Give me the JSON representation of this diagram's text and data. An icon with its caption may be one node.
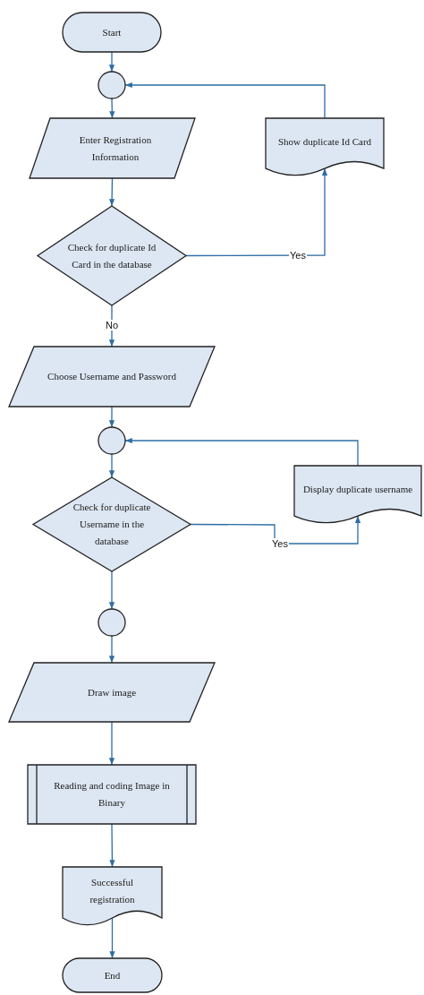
{
  "diagram": {
    "nodes": [
      {
        "text": [
          "Start"
        ]
      },
      {
        "text": [],
        "shape": "circle"
      },
      {
        "text": [
          "Enter Registration Information"
        ]
      },
      {
        "text": [
          "Check for duplicate Id Card in the database"
        ]
      },
      {
        "text": [
          "Show duplicate Id Card"
        ]
      },
      {
        "text": [
          "Choose Username and Password"
        ]
      },
      {
        "text": [],
        "shape": "circle"
      },
      {
        "text": [
          "Check for duplicate Username in the database"
        ]
      },
      {
        "text": [
          "Display duplicate username"
        ]
      },
      {
        "text": [],
        "shape": "circle"
      },
      {
        "text": [
          "Draw image"
        ]
      },
      {
        "text": [
          "Reading and coding Image in Binary"
        ]
      },
      {
        "text": [
          "Successful registration"
        ]
      },
      {
        "text": [
          "End"
        ]
      }
    ],
    "edges": [
      {
        "from": 0,
        "to": 1,
        "arrow": "to"
      },
      {
        "from": 1,
        "to": 2,
        "arrow": "to"
      },
      {
        "from": 2,
        "to": 3,
        "arrow": "to"
      },
      {
        "from": 3,
        "to": 4,
        "arrow": "to",
        "label": "Yes"
      },
      {
        "from": 4,
        "to": 1,
        "arrow": "to"
      },
      {
        "from": 3,
        "to": 5,
        "arrow": "to",
        "label": "No"
      },
      {
        "from": 5,
        "to": 6,
        "arrow": "to"
      },
      {
        "from": 6,
        "to": 7,
        "arrow": "to"
      },
      {
        "from": 7,
        "to": 8,
        "arrow": "to",
        "label": "Yes"
      },
      {
        "from": 8,
        "to": 6,
        "arrow": "to"
      },
      {
        "from": 7,
        "to": 9,
        "arrow": "to"
      },
      {
        "from": 9,
        "to": 10,
        "arrow": "to"
      },
      {
        "from": 10,
        "to": 11,
        "arrow": "to"
      },
      {
        "from": 11,
        "to": 12,
        "arrow": "to"
      },
      {
        "from": 12,
        "to": 13,
        "arrow": "to"
      }
    ]
  }
}
